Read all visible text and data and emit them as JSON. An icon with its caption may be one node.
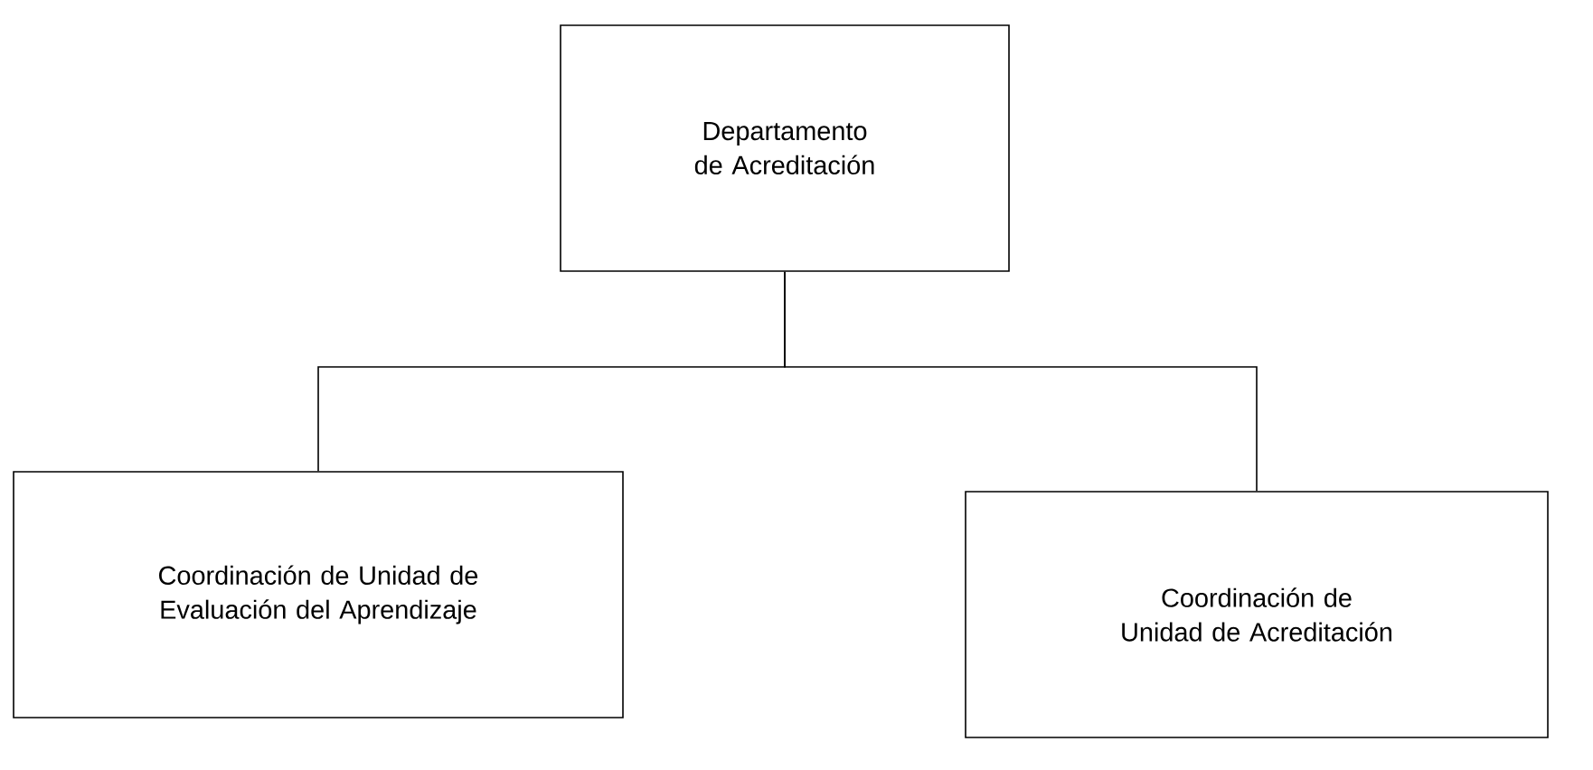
{
  "diagram": {
    "nodes": [
      {
        "text": [
          "Departamento de Acreditación"
        ]
      },
      {
        "text": [
          "Coordinación de Unidad de Evaluación del Aprendizaje"
        ]
      },
      {
        "text": [
          "Coordinación de Unidad de Acreditación"
        ]
      }
    ],
    "edges": [
      {
        "from": 0,
        "to": 1,
        "arrow": "none"
      },
      {
        "from": 0,
        "to": 2,
        "arrow": "none"
      }
    ]
  }
}
